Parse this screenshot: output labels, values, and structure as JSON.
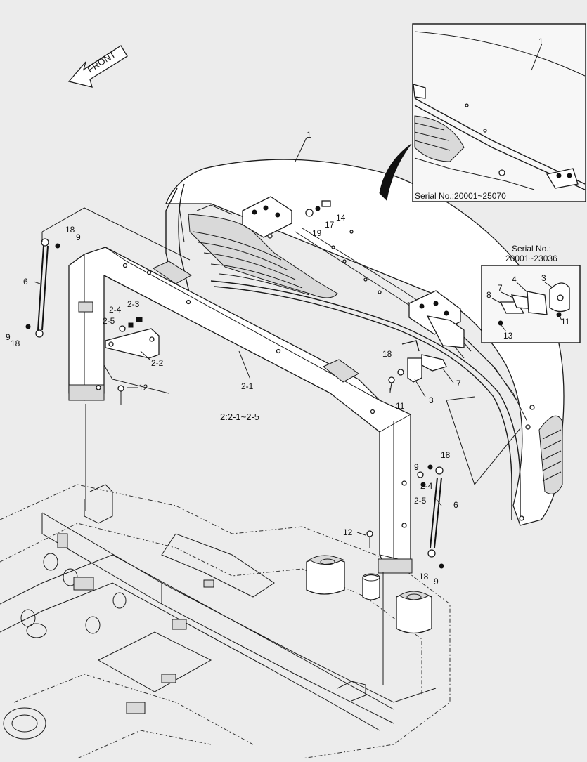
{
  "direction": {
    "front": "FRONT"
  },
  "inset_a": {
    "serial": "Serial No.:20001~25070",
    "callout_1": "1"
  },
  "inset_b": {
    "serial_line1": "Serial No.:",
    "serial_line2": "20001~23036",
    "callouts": {
      "c3": "3",
      "c4": "4",
      "c7": "7",
      "c8": "8",
      "c11": "11",
      "c13": "13"
    }
  },
  "assembly_note": "2:2-1~2-5",
  "callouts": {
    "hood": "1",
    "frame": "2-1",
    "bracket": "2-2",
    "sub_2_3": "2-3",
    "sub_2_4_left": "2-4",
    "sub_2_5_left": "2-5",
    "sub_2_4_right": "2-4",
    "sub_2_5_right": "2-5",
    "latch_3": "3",
    "plate_7": "7",
    "bolt_11": "11",
    "washer_18_mid": "18",
    "strut_6_left": "6",
    "strut_6_right": "6",
    "pin_9_left_top": "9",
    "pin_9_left_bottom": "9",
    "pin_18_left_top": "18",
    "pin_18_left_bottom": "18",
    "pin_9_right_top": "9",
    "pin_18_right_top": "18",
    "pin_9_right_bottom": "9",
    "pin_18_right_bottom": "18",
    "bolt_12_left": "12",
    "bolt_12_right": "12",
    "hinge_14": "14",
    "hinge_17": "17",
    "hinge_19": "19"
  }
}
